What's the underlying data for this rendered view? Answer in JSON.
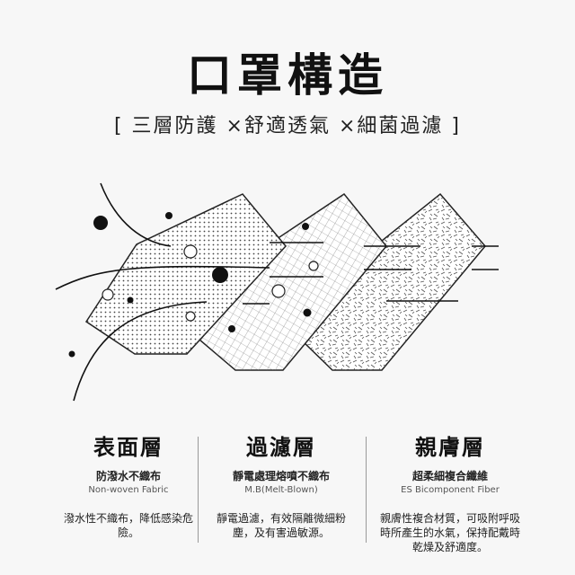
{
  "header": {
    "title": "口罩構造",
    "subtitle": "[ 三層防護 ×舒適透氣 ×細菌過濾 ]"
  },
  "layers": [
    {
      "title": "表面層",
      "subtitle": "防潑水不織布",
      "english": "Non-woven Fabric",
      "description": "潑水性不織布，降低感染危險。"
    },
    {
      "title": "過濾層",
      "subtitle": "靜電處理熔噴不織布",
      "english": "M.B(Melt-Blown)",
      "description": "靜電過濾，有效隔離微細粉塵，及有害過敏源。"
    },
    {
      "title": "親膚層",
      "subtitle": "超柔細複合纖維",
      "english": "ES Bicomponent Fiber",
      "description": "親膚性複合材質，可吸附呼吸時所產生的水氣，保持配戴時乾燥及舒適度。"
    }
  ],
  "colors": {
    "ink": "#111111",
    "background": "#f7f7f7",
    "layer_fill": "#ffffff"
  }
}
